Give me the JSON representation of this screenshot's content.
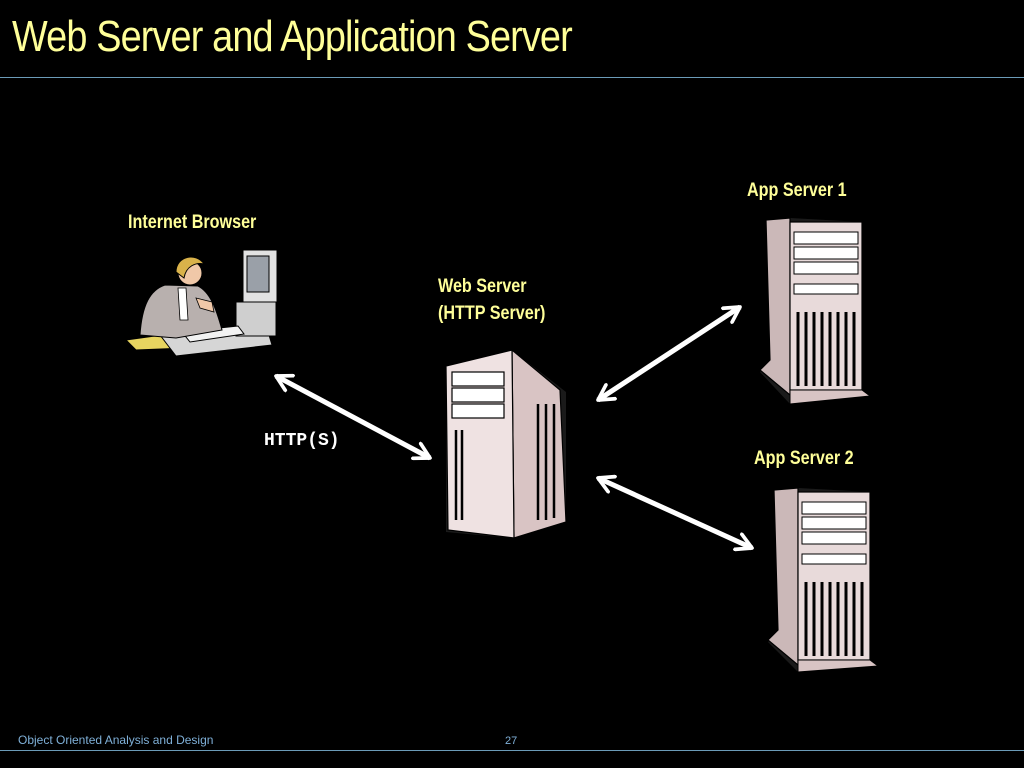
{
  "slide": {
    "title": "Web Server and Application Server",
    "footer_course": "Object Oriented Analysis and Design",
    "page_number": "27"
  },
  "diagram": {
    "nodes": {
      "browser": "Internet Browser",
      "web_server_line1": "Web Server",
      "web_server_line2": "(HTTP Server)",
      "app_server_1": "App Server 1",
      "app_server_2": "App Server 2"
    },
    "protocol_label": "HTTP(S)"
  },
  "colors": {
    "background": "#000000",
    "title": "#FFFF99",
    "rule": "#6B9BB8",
    "footer": "#7FB0D8"
  }
}
